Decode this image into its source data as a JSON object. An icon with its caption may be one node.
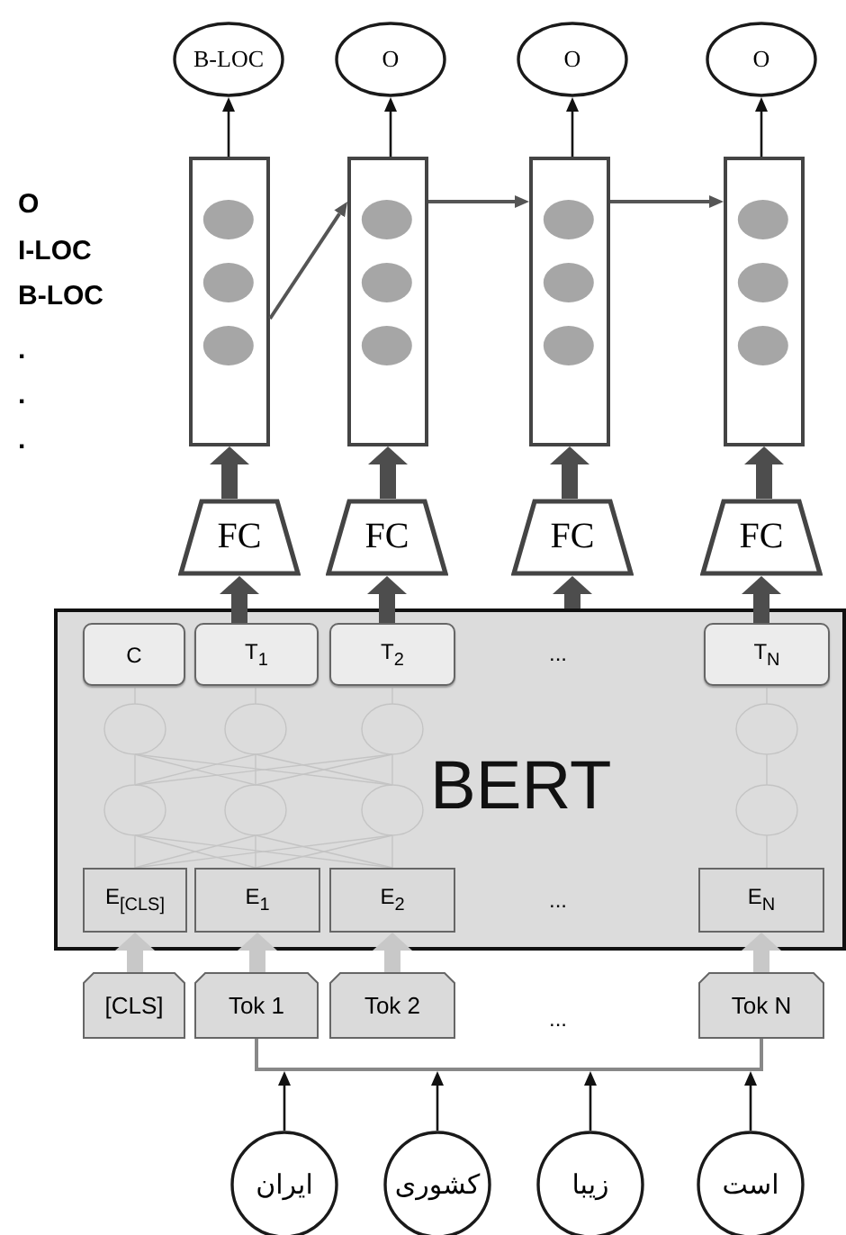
{
  "diagram": {
    "nodes": [
      {
        "text": [
          "B-LOC"
        ]
      },
      {
        "text": [
          "O"
        ]
      },
      {
        "text": [
          "O"
        ]
      },
      {
        "text": [
          "O"
        ]
      },
      {
        "text": [],
        "shape": "box"
      },
      {
        "text": [],
        "shape": "box"
      },
      {
        "text": [],
        "shape": "box"
      },
      {
        "text": [],
        "shape": "box"
      },
      {
        "text": [
          "FC"
        ]
      },
      {
        "text": [
          "FC"
        ]
      },
      {
        "text": [
          "FC"
        ]
      },
      {
        "text": [
          "FC"
        ]
      },
      {
        "text": [
          "BERT"
        ]
      },
      {
        "text": [
          "C"
        ],
        "in": 12
      },
      {
        "text": [
          "T$_{1}$"
        ],
        "in": 12
      },
      {
        "text": [
          "T$_{2}$"
        ],
        "in": 12
      },
      {
        "text": [
          "T$_{N}$"
        ],
        "in": 12
      },
      {
        "text": [
          "E$_{[CLS]}$"
        ],
        "in": 12
      },
      {
        "text": [
          "E$_{1}$"
        ],
        "in": 12
      },
      {
        "text": [
          "E$_{2}$"
        ],
        "in": 12
      },
      {
        "text": [
          "E$_{N}$"
        ],
        "in": 12
      },
      {
        "text": [
          "[CLS]"
        ]
      },
      {
        "text": [
          "Tok 1"
        ]
      },
      {
        "text": [
          "Tok 2"
        ]
      },
      {
        "text": [
          "Tok N"
        ]
      },
      {
        "text": [
          "ایران"
        ]
      },
      {
        "text": [
          "کشوری"
        ]
      },
      {
        "text": [
          "زیبا"
        ]
      },
      {
        "text": [
          "است"
        ]
      }
    ],
    "edges": [
      {
        "from": 4,
        "to": 0,
        "arrow": "to"
      },
      {
        "from": 5,
        "to": 1,
        "arrow": "to"
      },
      {
        "from": 6,
        "to": 2,
        "arrow": "to"
      },
      {
        "from": 7,
        "to": 3,
        "arrow": "to"
      },
      {
        "from": 4,
        "to": 5,
        "arrow": "to",
        "color": "#555555"
      },
      {
        "from": 5,
        "to": 6,
        "arrow": "to",
        "color": "#555555"
      },
      {
        "from": 6,
        "to": 7,
        "arrow": "to",
        "color": "#555555"
      },
      {
        "from": 8,
        "to": 4,
        "arrow": "to",
        "style": "thick",
        "color": "#4d4d4d"
      },
      {
        "from": 9,
        "to": 5,
        "arrow": "to",
        "style": "thick",
        "color": "#4d4d4d"
      },
      {
        "from": 10,
        "to": 6,
        "arrow": "to",
        "style": "thick",
        "color": "#4d4d4d"
      },
      {
        "from": 11,
        "to": 7,
        "arrow": "to",
        "style": "thick",
        "color": "#4d4d4d"
      },
      {
        "from": 14,
        "to": 8,
        "arrow": "to",
        "style": "thick",
        "color": "#4d4d4d"
      },
      {
        "from": 15,
        "to": 9,
        "arrow": "to",
        "style": "thick",
        "color": "#4d4d4d"
      },
      {
        "from": 12,
        "to": 10,
        "arrow": "to",
        "style": "thick",
        "color": "#4d4d4d"
      },
      {
        "from": 16,
        "to": 11,
        "arrow": "to",
        "style": "thick",
        "color": "#4d4d4d"
      },
      {
        "from": 21,
        "to": 17,
        "arrow": "to",
        "style": "thick",
        "color": "#c8c8c8"
      },
      {
        "from": 22,
        "to": 18,
        "arrow": "to",
        "style": "thick",
        "color": "#c8c8c8"
      },
      {
        "from": 23,
        "to": 19,
        "arrow": "to",
        "style": "thick",
        "color": "#c8c8c8"
      },
      {
        "from": 24,
        "to": 20,
        "arrow": "to",
        "style": "thick",
        "color": "#c8c8c8"
      },
      {
        "from": 22,
        "to": 24,
        "arrow": "none",
        "color": "#888888"
      },
      {
        "from": 25,
        "to": null,
        "arrow": "to"
      },
      {
        "from": 26,
        "to": null,
        "arrow": "to"
      },
      {
        "from": 27,
        "to": null,
        "arrow": "to"
      },
      {
        "from": 28,
        "to": null,
        "arrow": "to"
      }
    ],
    "labels": [
      "O",
      "I-LOC",
      "B-LOC",
      ".",
      ".",
      ".",
      "...",
      "...",
      "..."
    ]
  }
}
